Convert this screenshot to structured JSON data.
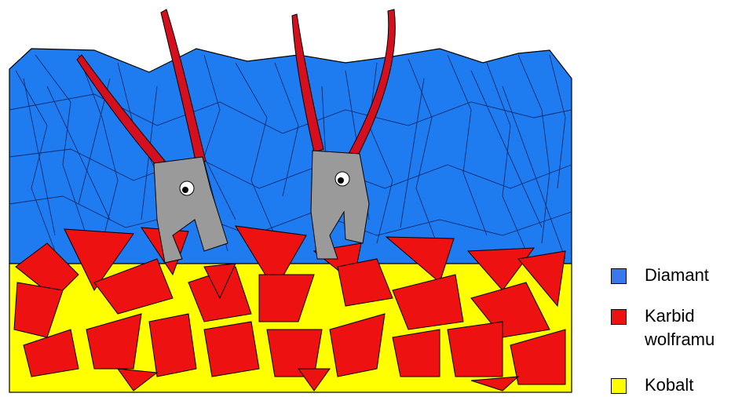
{
  "legend": {
    "items": [
      {
        "label": "Diamant",
        "color": "#3a78ee"
      },
      {
        "label": "Karbid\nwolframu",
        "color": "#ee1111"
      },
      {
        "label": "Kobalt",
        "color": "#ffff00"
      }
    ]
  },
  "colors": {
    "diamond": "#1f7cf0",
    "carbide": "#ee1111",
    "cobalt": "#ffff00",
    "plier_handle": "#d4101e",
    "plier_metal": "#9a9a9a"
  }
}
